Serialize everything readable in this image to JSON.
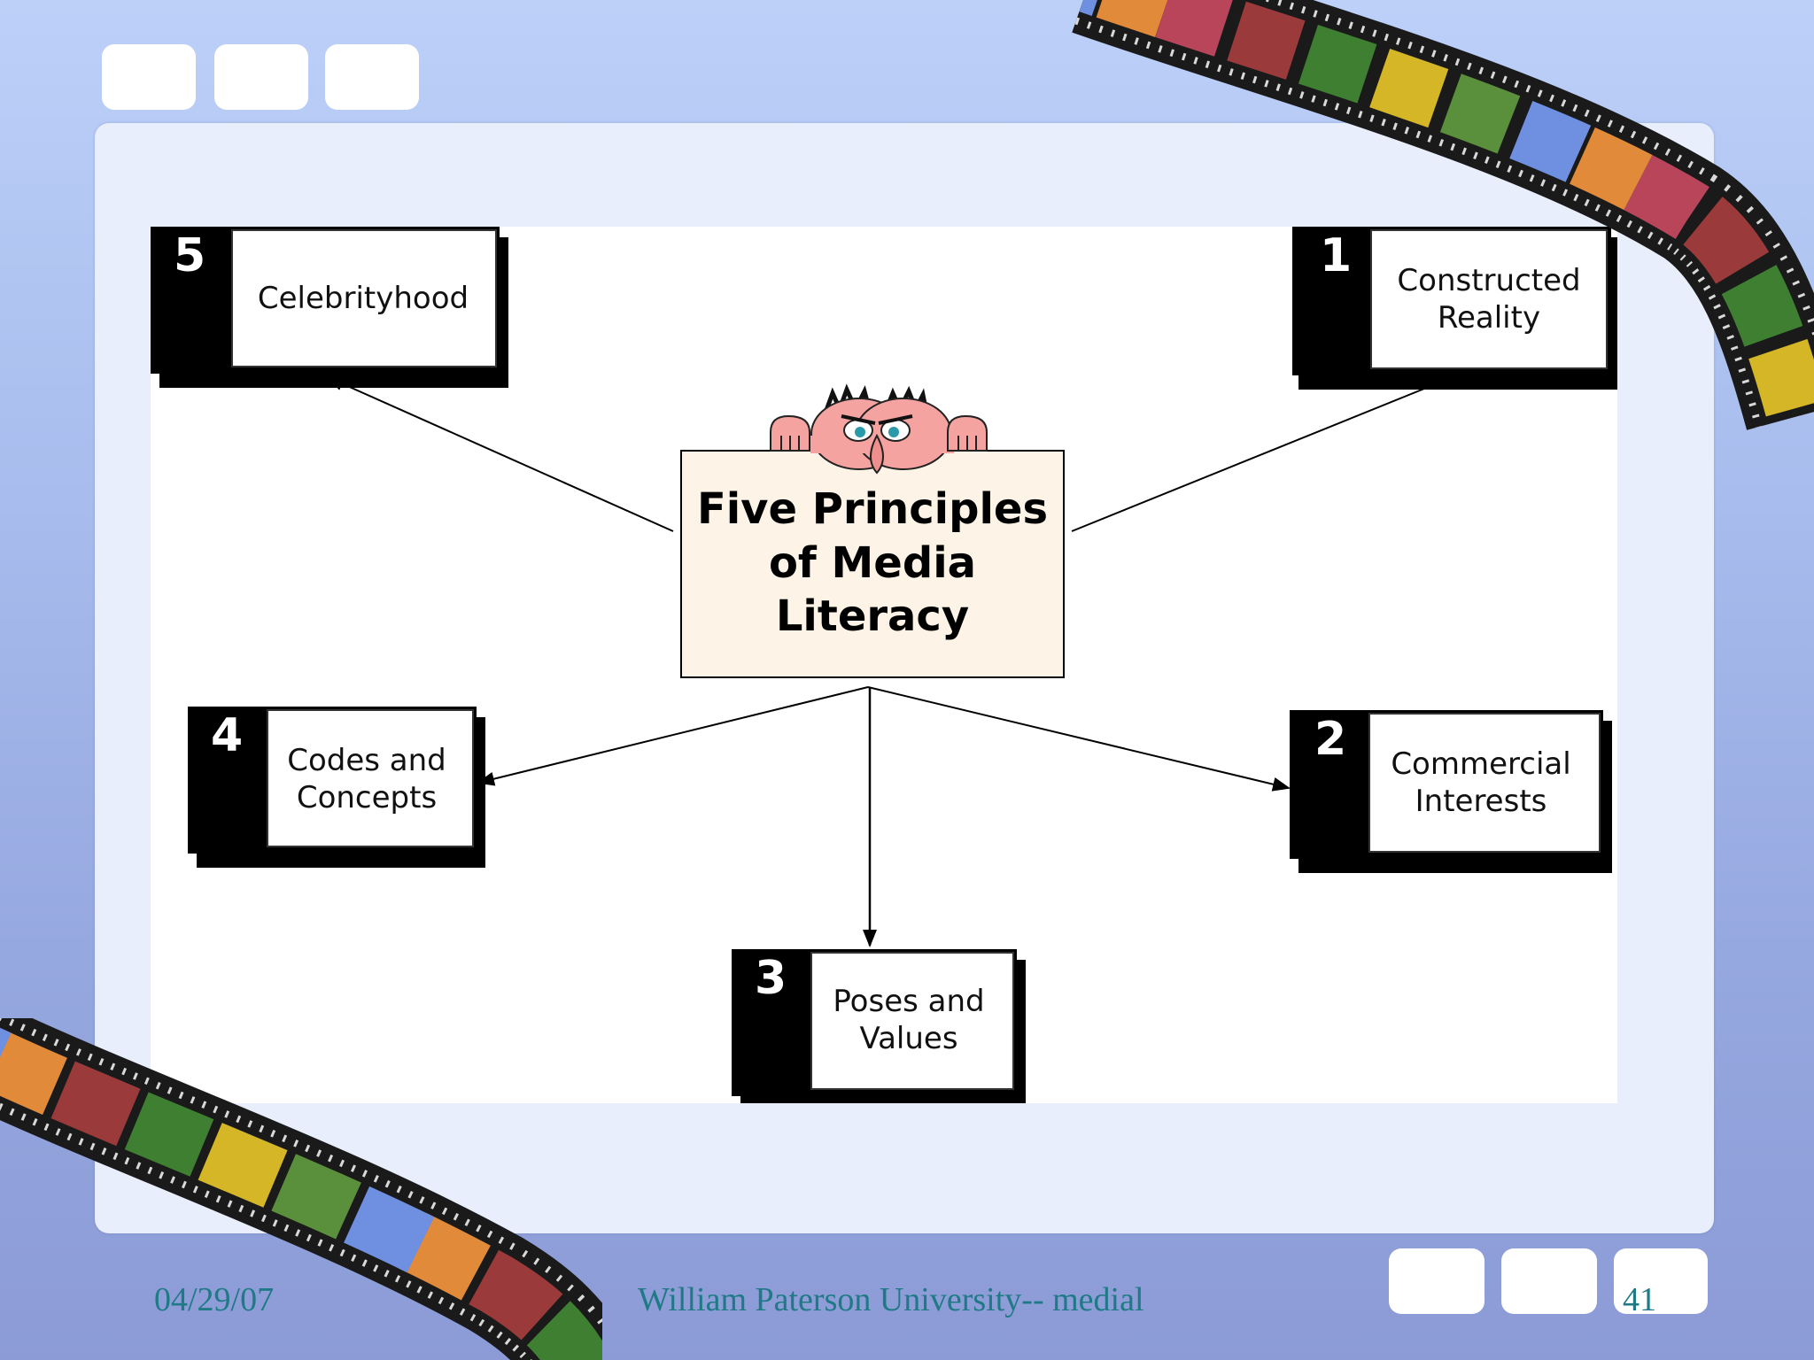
{
  "diagram": {
    "center_title": [
      "Five Principles",
      "of Media",
      "Literacy"
    ],
    "principles": [
      {
        "number": "1",
        "lines": [
          "Constructed",
          "Reality"
        ]
      },
      {
        "number": "2",
        "lines": [
          "Commercial",
          "Interests"
        ]
      },
      {
        "number": "3",
        "lines": [
          "Poses and",
          "Values"
        ]
      },
      {
        "number": "4",
        "lines": [
          "Codes and",
          "Concepts"
        ]
      },
      {
        "number": "5",
        "lines": [
          "Celebrityhood"
        ]
      }
    ]
  },
  "footer": {
    "date": "04/29/07",
    "center_text": "William Paterson University-- medial",
    "page_number": "41"
  },
  "colors": {
    "background": "#a9bdee",
    "panel": "#e8eefc",
    "center_box": "#fdf3e6",
    "footer_text": "#1f7a86"
  }
}
